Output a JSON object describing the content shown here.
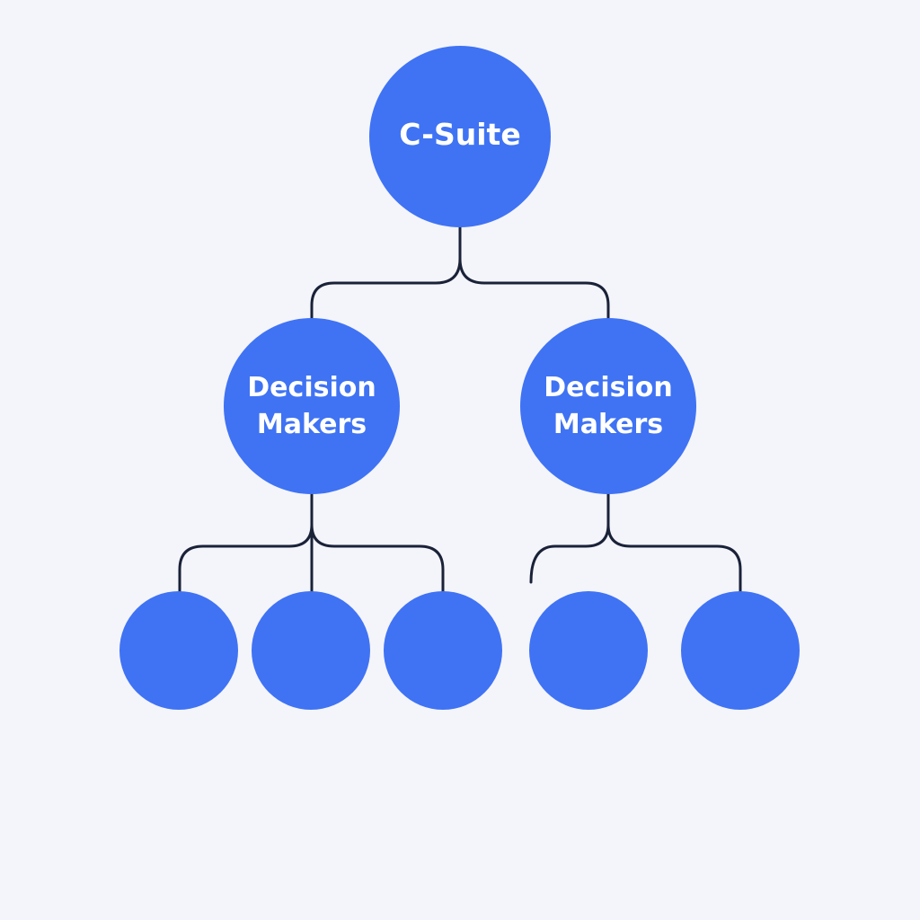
{
  "colors": {
    "background": "#f4f4fb",
    "node": "#3f73f4",
    "connector": "#1a2238",
    "label": "#ffffff"
  },
  "root": {
    "label": "C-Suite"
  },
  "level2": [
    {
      "label_line1": "Decision",
      "label_line2": "Makers"
    },
    {
      "label_line1": "Decision",
      "label_line2": "Makers"
    }
  ],
  "leaves_count": 5
}
